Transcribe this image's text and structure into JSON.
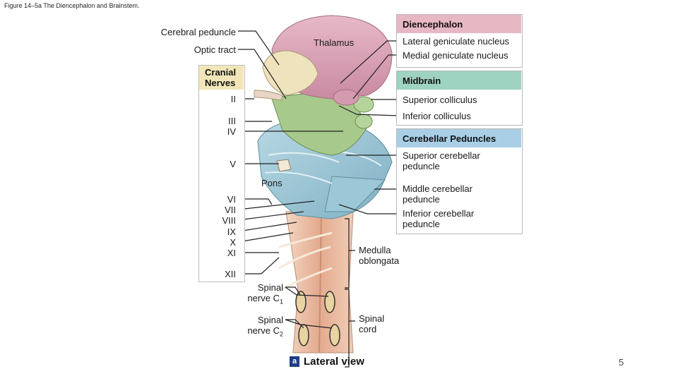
{
  "figure_caption": "Figure 14–5a The Diencephalon and Brainstem.",
  "sections": {
    "diencephalon": {
      "title": "Diencephalon",
      "items": [
        "Lateral geniculate nucleus",
        "Medial geniculate nucleus"
      ]
    },
    "midbrain": {
      "title": "Midbrain",
      "items": [
        "Superior colliculus",
        "Inferior colliculus"
      ]
    },
    "cerebellar_peduncles": {
      "title": "Cerebellar Peduncles",
      "items": [
        "Superior cerebellar\npeduncle",
        "Middle cerebellar\npeduncle",
        "Inferior cerebellar\npeduncle"
      ]
    }
  },
  "cranial_nerves": {
    "title": "Cranial\nNerves",
    "labels": [
      "II",
      "III",
      "IV",
      "V",
      "VI",
      "VII",
      "VIII",
      "IX",
      "X",
      "XI",
      "XII"
    ]
  },
  "structures": {
    "cerebral_peduncle": "Cerebral peduncle",
    "optic_tract": "Optic tract",
    "thalamus": "Thalamus",
    "pons": "Pons",
    "medulla": "Medulla\noblongata",
    "spinal_c1_a": "Spinal",
    "spinal_c1_b": "nerve C",
    "spinal_c1_sub": "1",
    "spinal_c2_a": "Spinal",
    "spinal_c2_b": "nerve C",
    "spinal_c2_sub": "2",
    "spinal_cord": "Spinal\ncord"
  },
  "view": {
    "badge": "a",
    "label": "Lateral view"
  },
  "page_number": "5",
  "colors": {
    "diencephalon_header": "#e8b7c4",
    "midbrain_header": "#9fd3c1",
    "peduncles_header": "#a9cfe6",
    "cranial_header": "#f2e6b9",
    "view_badge": "#1f3c88"
  }
}
